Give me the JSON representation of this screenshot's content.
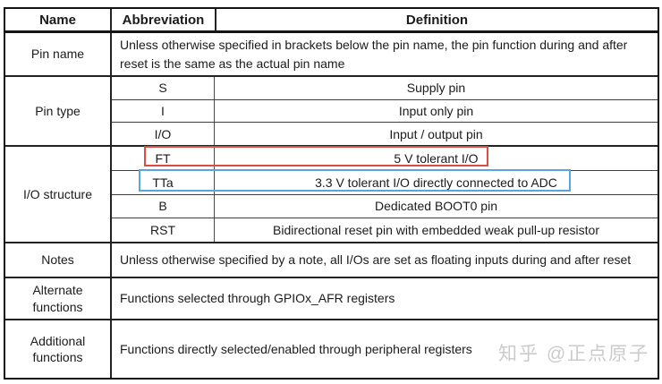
{
  "table": {
    "headers": [
      "Name",
      "Abbreviation",
      "Definition"
    ],
    "sections": [
      {
        "name": "Pin name",
        "type": "merged",
        "text": "Unless otherwise specified in brackets below the pin name, the pin function during and after reset is the same as the actual pin name"
      },
      {
        "name": "Pin type",
        "type": "rows",
        "rows": [
          {
            "abbr": "S",
            "def": "Supply pin"
          },
          {
            "abbr": "I",
            "def": "Input only pin"
          },
          {
            "abbr": "I/O",
            "def": "Input / output pin"
          }
        ]
      },
      {
        "name": "I/O structure",
        "type": "rows",
        "rows": [
          {
            "abbr": "FT",
            "def": "5 V tolerant I/O",
            "highlight": "red"
          },
          {
            "abbr": "TTa",
            "def": "3.3 V tolerant I/O directly connected to ADC",
            "highlight": "blue"
          },
          {
            "abbr": "B",
            "def": "Dedicated BOOT0 pin"
          },
          {
            "abbr": "RST",
            "def": "Bidirectional reset pin with embedded weak pull-up resistor"
          }
        ]
      },
      {
        "name": "Notes",
        "type": "merged",
        "text": "Unless otherwise specified by a note, all I/Os are set as floating inputs during and after reset"
      },
      {
        "name": "Alternate functions",
        "type": "merged",
        "text": "Functions selected through GPIOx_AFR registers"
      },
      {
        "name": "Additional functions",
        "type": "merged",
        "text": "Functions directly selected/enabled through peripheral registers"
      }
    ]
  },
  "annotations": {
    "red_box": {
      "row": "FT",
      "color": "#db4c44"
    },
    "blue_box": {
      "row": "TTa",
      "color": "#58a6df"
    }
  },
  "watermark": {
    "text": "知乎 @正点原子",
    "color": "#cbcbcb"
  }
}
